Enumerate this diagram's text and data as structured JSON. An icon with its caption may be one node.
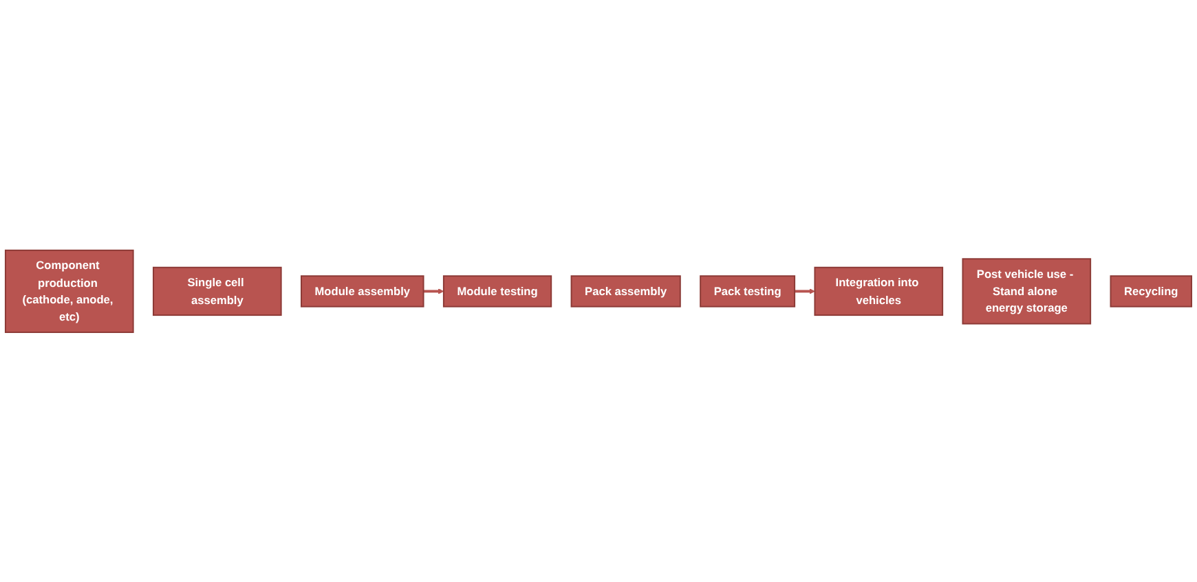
{
  "diagram": {
    "nodes": [
      {
        "text": [
          "Component production (cathode, anode, etc)"
        ]
      },
      {
        "text": [
          "Single cell assembly"
        ]
      },
      {
        "text": [
          "Module assembly"
        ]
      },
      {
        "text": [
          "Module testing"
        ]
      },
      {
        "text": [
          "Pack assembly"
        ]
      },
      {
        "text": [
          "Pack testing"
        ]
      },
      {
        "text": [
          "Integration into vehicles"
        ]
      },
      {
        "text": [
          "Post vehicle use - Stand alone energy storage"
        ]
      },
      {
        "text": [
          "Recycling"
        ]
      }
    ],
    "edges": [
      {
        "from": 2,
        "to": 3,
        "arrow": "to"
      },
      {
        "from": 5,
        "to": 6,
        "arrow": "to"
      }
    ]
  }
}
